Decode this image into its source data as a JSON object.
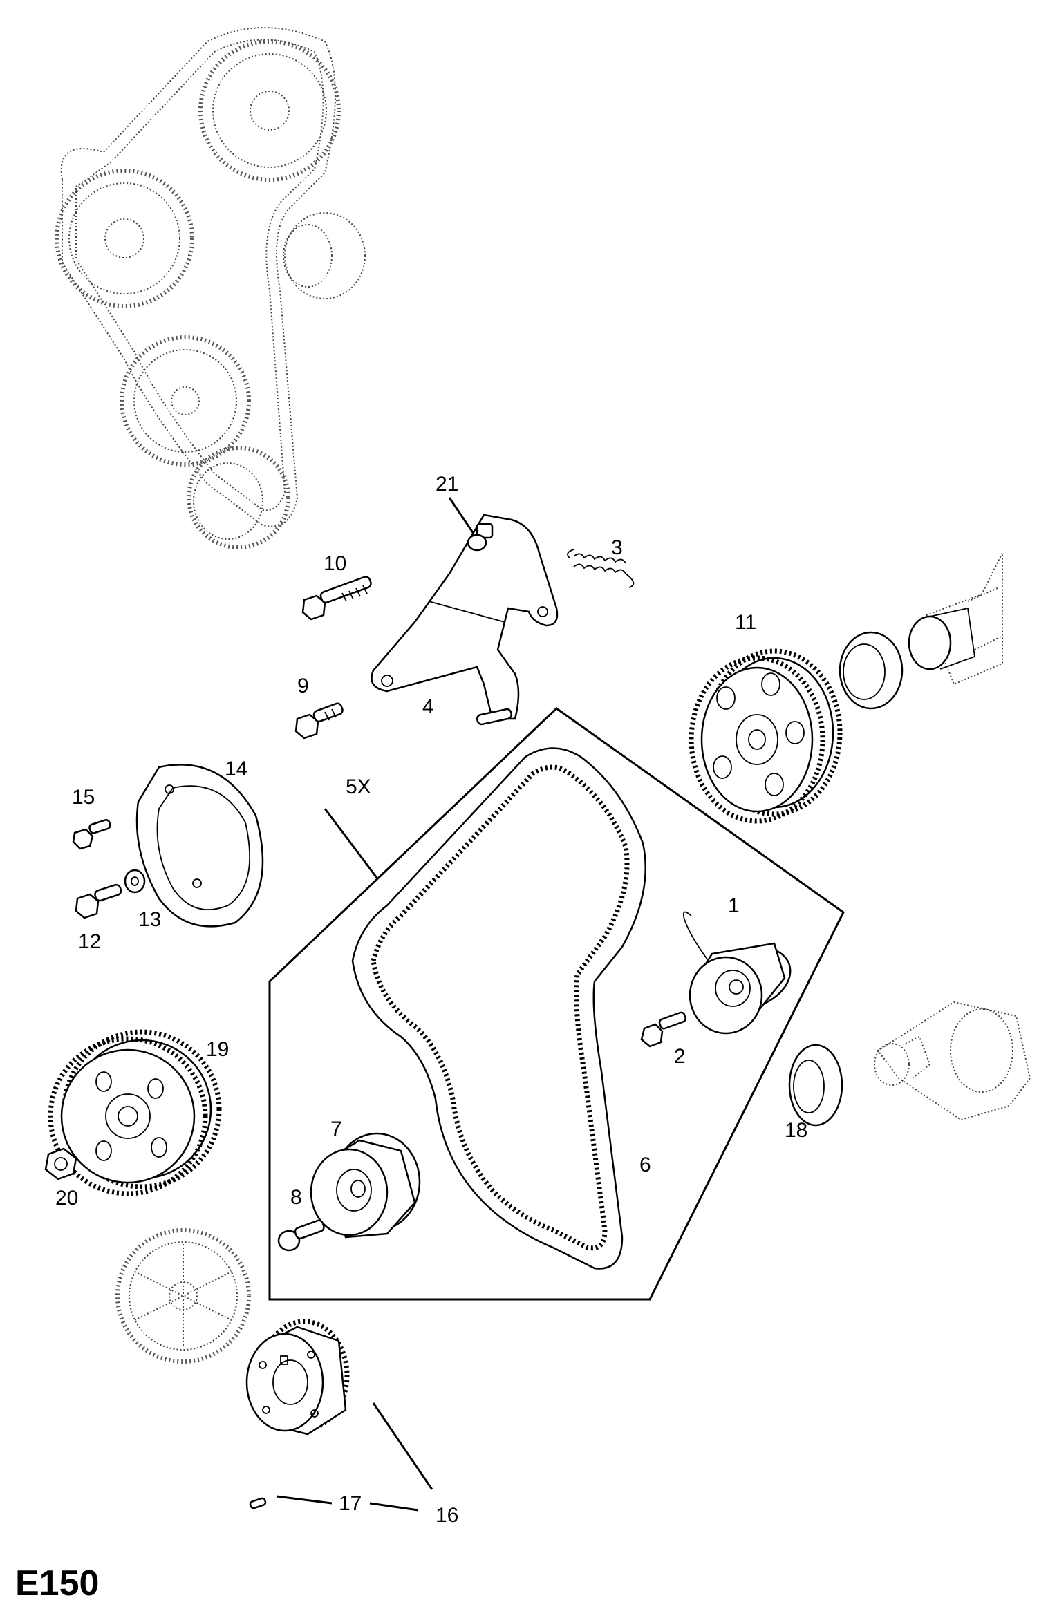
{
  "diagram": {
    "code": "E150",
    "callouts": {
      "c1": "1",
      "c2": "2",
      "c3": "3",
      "c4": "4",
      "c5x": "5X",
      "c6": "6",
      "c7": "7",
      "c8": "8",
      "c9": "9",
      "c10": "10",
      "c11": "11",
      "c12": "12",
      "c13": "13",
      "c14": "14",
      "c15": "15",
      "c16": "16",
      "c17": "17",
      "c18": "18",
      "c19": "19",
      "c20": "20",
      "c21": "21"
    }
  }
}
